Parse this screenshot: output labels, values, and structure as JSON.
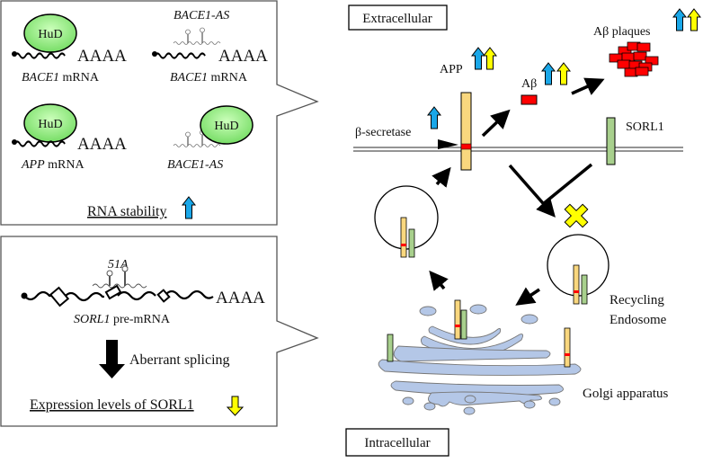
{
  "left_panel_top": {
    "items": [
      {
        "protein": "HuD",
        "rna_label_gene": "BACE1",
        "rna_label_rest": " mRNA",
        "polyA": "AAAA"
      },
      {
        "top_label": "BACE1-AS",
        "rna_label_gene": "BACE1",
        "rna_label_rest": " mRNA",
        "polyA": "AAAA"
      },
      {
        "protein": "HuD",
        "rna_label_gene": "APP",
        "rna_label_rest": " mRNA",
        "polyA": "AAAA"
      },
      {
        "protein": "HuD",
        "rna_label_gene": "BACE1-AS",
        "rna_label_rest": ""
      }
    ],
    "effect_label": "RNA stability",
    "effect_direction": "up"
  },
  "left_panel_bottom": {
    "mirna_label": "51A",
    "rna_label_gene": "SORL1",
    "rna_label_rest": " pre-mRNA",
    "polyA": "AAAA",
    "process_label": "Aberrant splicing",
    "effect_label": "Expression levels of SORL1",
    "effect_direction": "down"
  },
  "cell": {
    "extracellular_label": "Extracellular",
    "intracellular_label": "Intracellular",
    "app_label": "APP",
    "abeta_label": "Aβ",
    "plaques_label": "Aβ plaques",
    "secretase_label": "β-secretase",
    "sorl1_label": "SORL1",
    "endosome_label_1": "Recycling",
    "endosome_label_2": "Endosome",
    "golgi_label": "Golgi apparatus"
  },
  "colors": {
    "up_arrow_blue": "#1aa7e8",
    "yellow": "#ffff00",
    "app_fill": "#f9d77e",
    "sorl1_fill": "#a8d08d",
    "abeta_red": "#ff0000",
    "hud_green": "#99ee88",
    "golgi_blue": "#b4c7e7"
  }
}
